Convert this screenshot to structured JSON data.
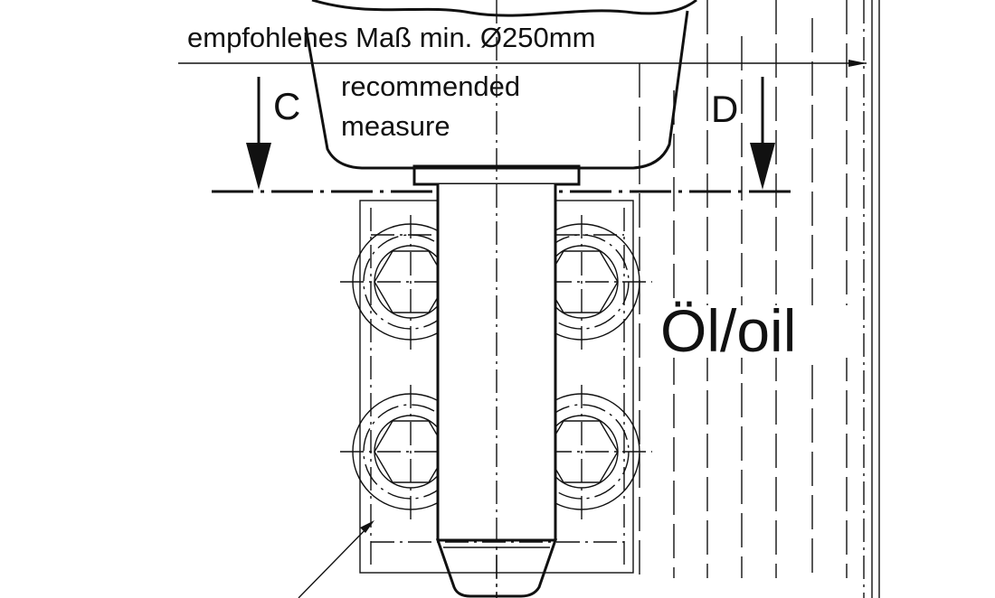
{
  "labels": {
    "recommended_de": "empfohlenes Maß min. Ø250mm",
    "recommended_en_line1": "recommended",
    "recommended_en_line2": "measure",
    "section_left": "C",
    "section_right": "D",
    "medium": "Öl/oil"
  },
  "colors": {
    "line": "#111111",
    "background": "#ffffff"
  }
}
